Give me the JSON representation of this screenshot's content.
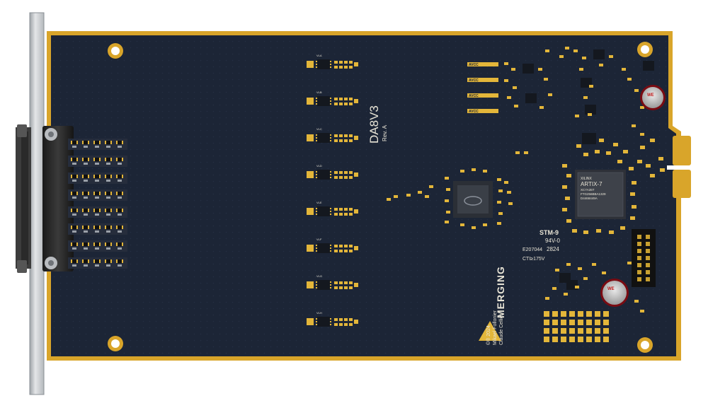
{
  "board": {
    "model": "DA8V3",
    "revision": "Rev. A",
    "brand": "MERGING",
    "credits": [
      "©® 2024",
      "Mikael Follonier",
      "Claude Cellier"
    ],
    "fpga_marking": [
      "XILINX",
      "ARTIX-7",
      "XC7A35T",
      "FTG256BBA1329",
      "D4468449A"
    ],
    "cert_lines": [
      "STM-9",
      "94V-0",
      "2824",
      "E207044",
      "CTI≥175V"
    ],
    "channel_labels": [
      "VLA",
      "VLB",
      "VLC",
      "VLD",
      "VLE",
      "VLF",
      "VLG",
      "VLH"
    ],
    "power_labels": [
      "AVCC",
      "AVCC",
      "AVCC",
      "AVCC"
    ],
    "colors": {
      "pcb": "#1c2536",
      "gold_edge": "#d9a52a",
      "pad": "#e3b63a",
      "silkscreen": "#e8e4d6",
      "bracket": "#c8cbcf"
    }
  }
}
